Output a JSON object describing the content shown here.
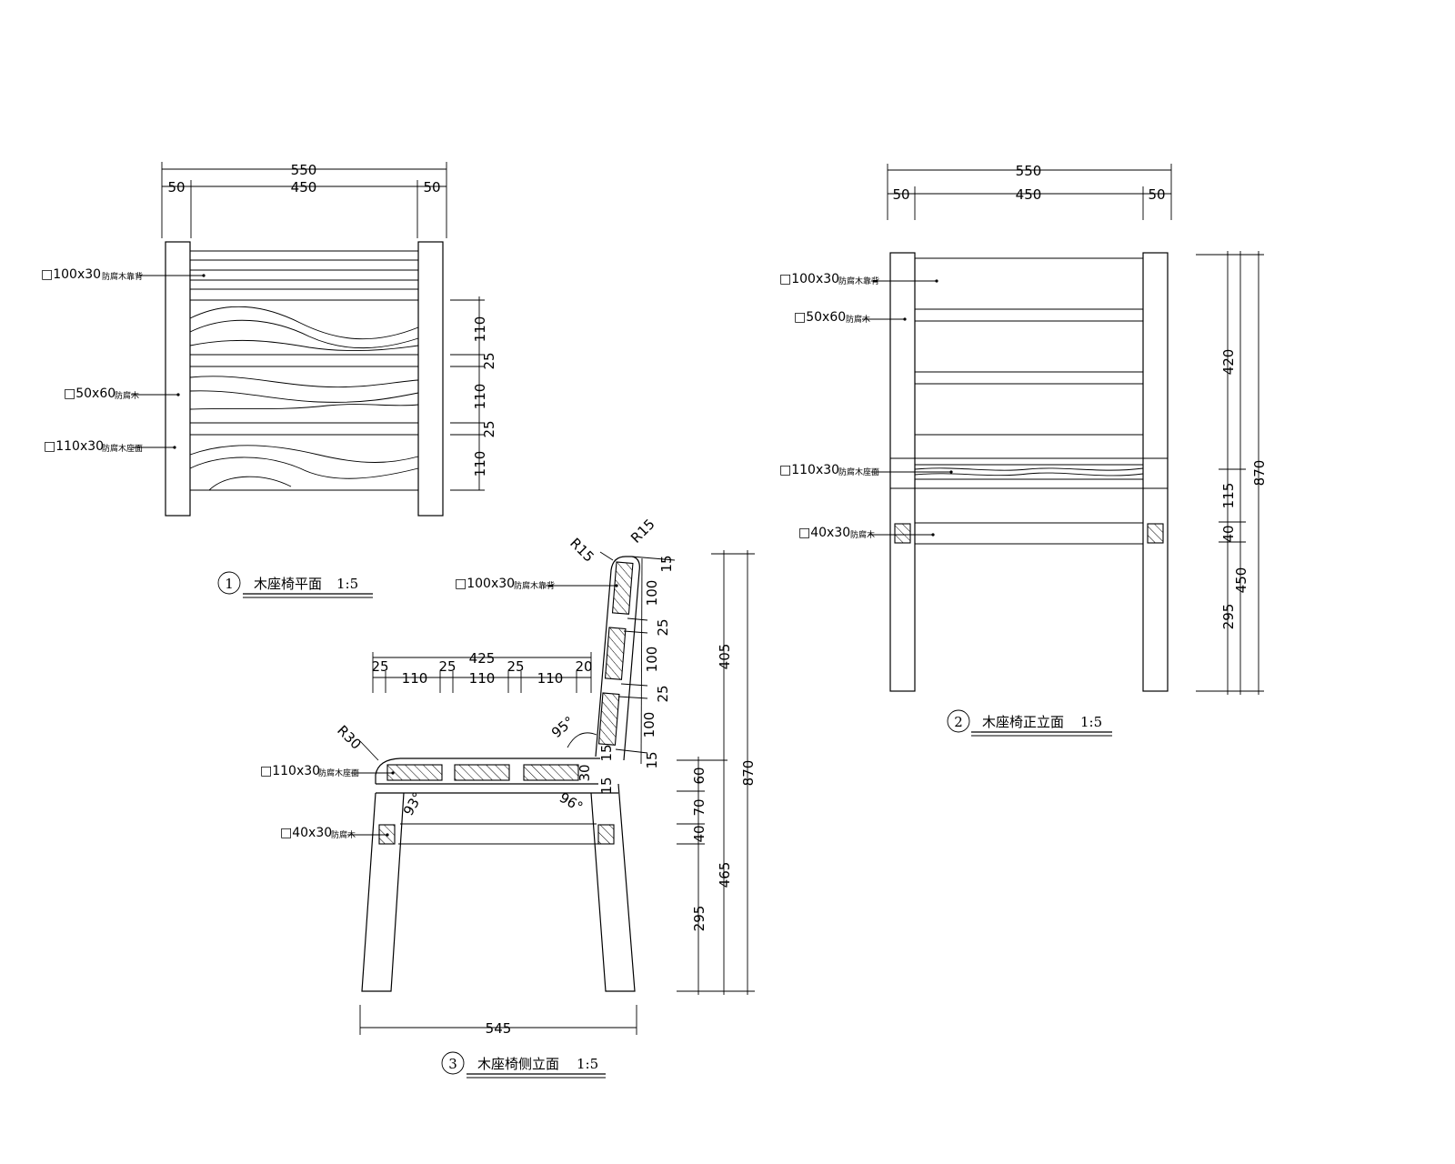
{
  "views": {
    "plan": {
      "title": "木座椅平面",
      "number": "1",
      "scale": "1:5",
      "dims_top": {
        "overall": "550",
        "left": "50",
        "mid": "450",
        "right": "50"
      },
      "dims_right": [
        "110",
        "25",
        "110",
        "25",
        "110"
      ],
      "labels": {
        "back": {
          "main": "□100x30",
          "sub": "防腐木靠背"
        },
        "frame": {
          "main": "□50x60",
          "sub": "防腐木"
        },
        "seat": {
          "main": "□110x30",
          "sub": "防腐木座面"
        }
      }
    },
    "front": {
      "title": "木座椅正立面",
      "number": "2",
      "scale": "1:5",
      "dims_top": {
        "overall": "550",
        "left": "50",
        "mid": "450",
        "right": "50"
      },
      "dims_right_inner": [
        "420",
        "115",
        "40",
        "295"
      ],
      "dims_right_mid": "450",
      "dims_right_outer": "870",
      "labels": {
        "back": {
          "main": "□100x30",
          "sub": "防腐木靠背"
        },
        "frame": {
          "main": "□50x60",
          "sub": "防腐木"
        },
        "seat": {
          "main": "□110x30",
          "sub": "防腐木座面"
        },
        "rail": {
          "main": "□40x30",
          "sub": "防腐木"
        }
      }
    },
    "side": {
      "title": "木座椅侧立面",
      "number": "3",
      "scale": "1:5",
      "dim_bottom": "545",
      "dim_seat_overall": "425",
      "dims_seat": [
        "25",
        "110",
        "25",
        "110",
        "25",
        "110",
        "20"
      ],
      "dims_back": [
        "15",
        "100",
        "25",
        "100",
        "25",
        "100",
        "15"
      ],
      "dims_right_lower": [
        "60",
        "70",
        "40",
        "295"
      ],
      "dims_right_mid": [
        "405",
        "465"
      ],
      "dim_right_outer": "870",
      "radii": {
        "r1": "R15",
        "r2": "R15",
        "r3": "R30"
      },
      "angles": {
        "a1": "95°",
        "a2": "93°",
        "a3": "96°"
      },
      "small_dims": {
        "d1": "15",
        "d2": "30",
        "d3": "15"
      },
      "labels": {
        "back": {
          "main": "□100x30",
          "sub": "防腐木靠背"
        },
        "seat": {
          "main": "□110x30",
          "sub": "防腐木座面"
        },
        "rail": {
          "main": "□40x30",
          "sub": "防腐木"
        }
      }
    }
  }
}
